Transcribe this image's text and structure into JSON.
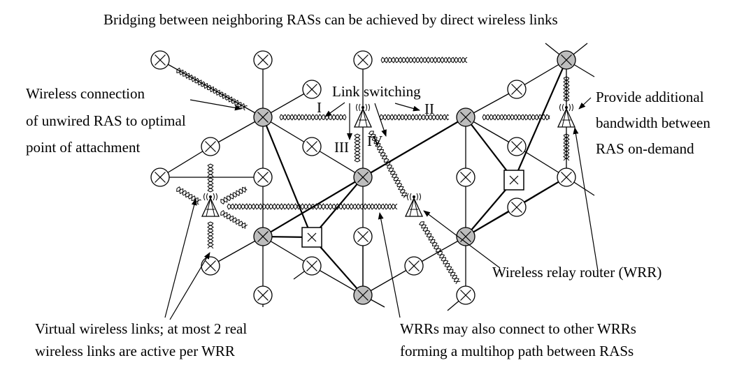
{
  "labels": {
    "bridging": "Bridging between neighboring RASs can be achieved by direct wireless links",
    "wireless_connection": [
      "Wireless connection",
      "of unwired RAS to optimal",
      "point of attachment"
    ],
    "link_switching": "Link switching",
    "roman": [
      "I",
      "II",
      "III",
      "IV"
    ],
    "provide": [
      "Provide additional",
      "bandwidth between",
      "RAS on-demand"
    ],
    "wrr": "Wireless relay router (WRR)",
    "virtual": [
      "Virtual wireless links; at most 2 real",
      "wireless links are active per WRR"
    ],
    "multihop": [
      "WRRs may also connect to other WRRs",
      "forming a multihop path between RASs"
    ]
  },
  "colors": {
    "wired_ras_fill": "#bdbdbd",
    "unwired_ras_fill": "#ffffff",
    "ink": "#000000"
  },
  "legend": {
    "node_types": [
      "wired RAS (gray circle with cross)",
      "unwired RAS (white circle with cross)",
      "switch (square with cross)",
      "WRR (antenna tower icon)"
    ]
  }
}
